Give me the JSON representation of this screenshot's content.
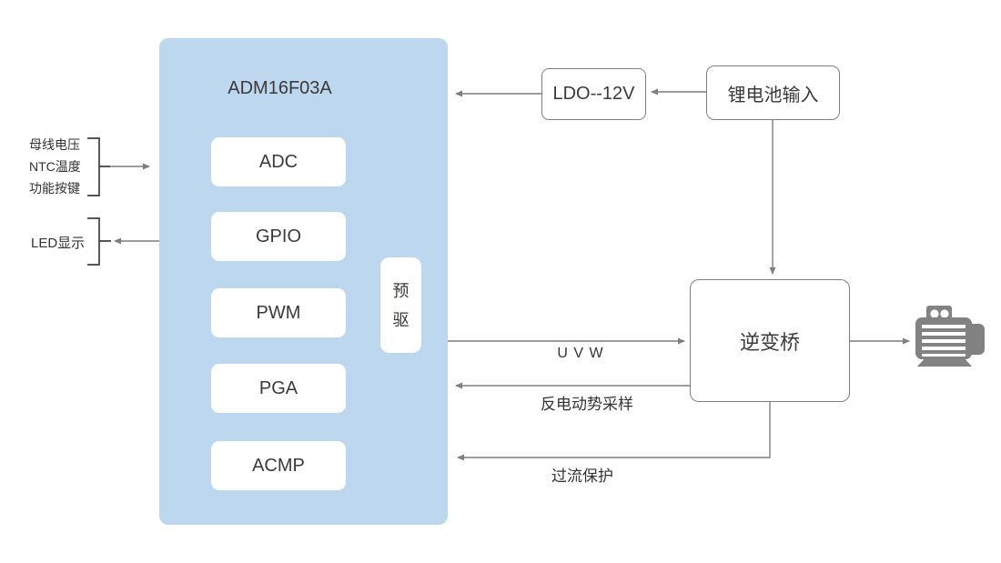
{
  "diagram": {
    "chip": {
      "name": "ADM16F03A",
      "modules": [
        "ADC",
        "GPIO",
        "PWM",
        "PGA",
        "ACMP"
      ],
      "predriver": "预驱"
    },
    "left_inputs": {
      "lines": [
        "母线电压",
        "NTC温度",
        "功能按键"
      ]
    },
    "led_display": "LED显示",
    "power": {
      "ldo": "LDO--12V",
      "battery": "锂电池输入"
    },
    "inverter": "逆变桥",
    "signals": {
      "uvw": "U V W",
      "back_emf": "反电动势采样",
      "overcurrent": "过流保护"
    },
    "icons": {
      "motor": "motor-icon"
    },
    "colors": {
      "chip_fill": "#BCD7EE",
      "module_fill": "#FFFFFF",
      "box_border": "#7F7F7F",
      "connector_line": "#7F7F7F",
      "bracket_line": "#3F3F3F",
      "text": "#3A3A3A",
      "motor_gray": "#828282"
    }
  }
}
